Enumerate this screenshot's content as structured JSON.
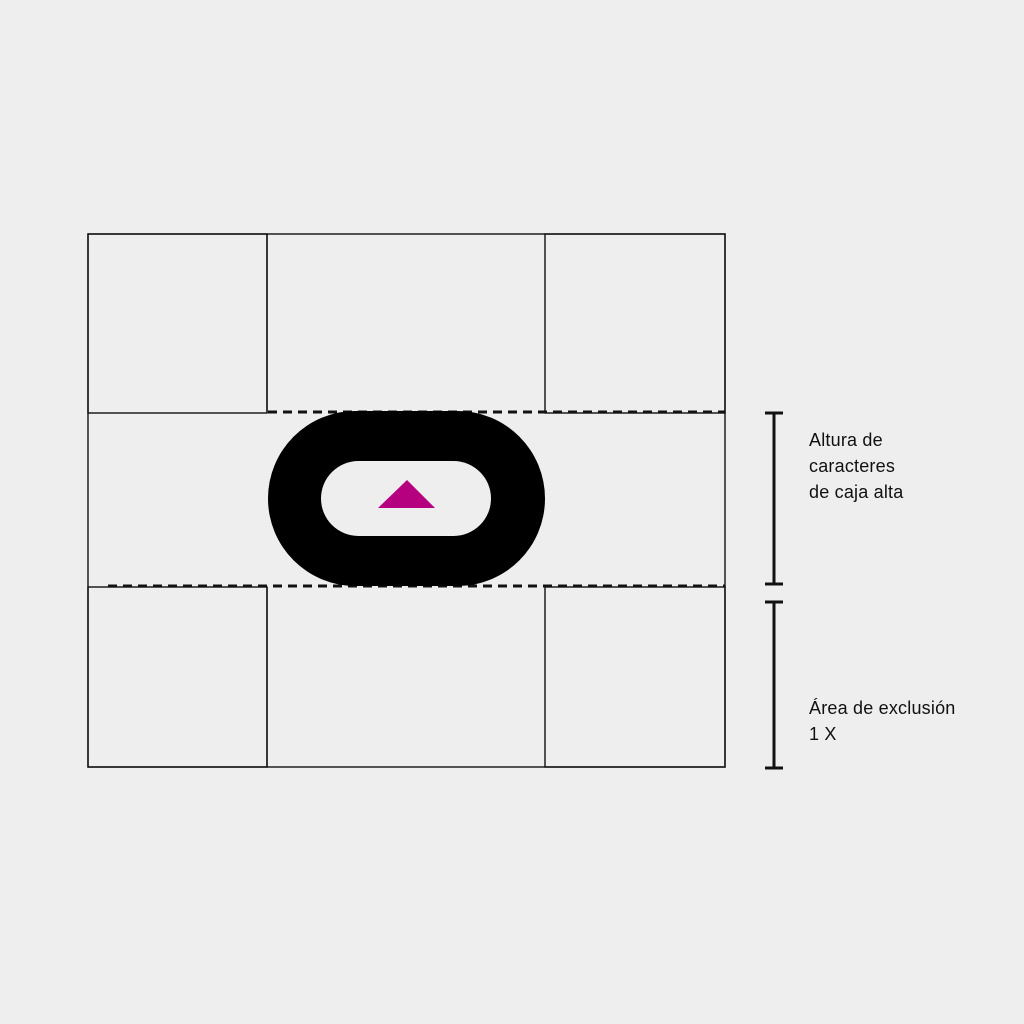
{
  "colors": {
    "background": "#eeeeee",
    "line": "#111111",
    "logo": "#000000",
    "accent": "#b5007f"
  },
  "annotations": {
    "cap_height": {
      "line1": "Altura de",
      "line2": "caracteres",
      "line3": "de caja alta"
    },
    "exclusion": {
      "line1": "Área de exclusión",
      "line2": "1 X"
    }
  },
  "icons": {
    "logo": "stadium-ring-logo-icon",
    "accent": "triangle-icon"
  }
}
